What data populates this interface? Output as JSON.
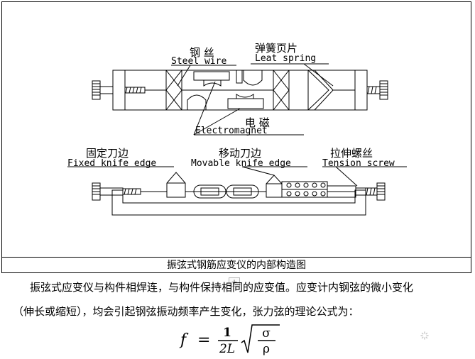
{
  "diagram": {
    "labels": {
      "steel_wire_cn": "钢  丝",
      "steel_wire_en": "Steel wire",
      "leaf_spring_cn": "弹簧页片",
      "leaf_spring_en": "Leat spring",
      "electromagnet_cn": "电    磁",
      "electromagnet_en": "Electromagnet",
      "fixed_knife_cn": "固定刀边",
      "fixed_knife_en": "Fixed knife edge",
      "movable_knife_cn": "移动刀边",
      "movable_knife_en": "Movable knife edge",
      "tension_screw_cn": "拉伸螺丝",
      "tension_screw_en": "Tension screw"
    },
    "caption": "振弦式钢筋应变仪的内部构造图"
  },
  "body_text": {
    "line1": "振弦式应变仪与构件相焊连，与构件保持相同的应变值。应变计内钢弦的微小变化",
    "line2": "（伸长或缩短），均会引起钢弦振动频率产生变化，张力弦的理论公式为："
  },
  "formula": {
    "lhs": "f",
    "equals": "=",
    "numerator": "1",
    "denominator": "2L",
    "radicand_top": "σ",
    "radicand_bottom": "ρ"
  },
  "colors": {
    "line": "#000000",
    "background": "#ffffff"
  }
}
